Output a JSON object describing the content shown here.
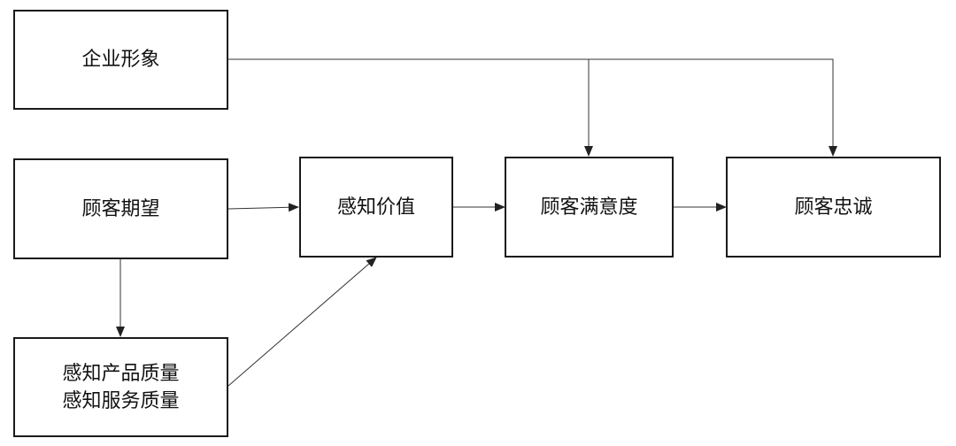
{
  "diagram": {
    "nodes": {
      "corporate_image": "企业形象",
      "customer_expectation": "顾客期望",
      "perceived_quality": [
        "感知产品质量",
        "感知服务质量"
      ],
      "perceived_value": "感知价值",
      "customer_satisfaction": "顾客满意度",
      "customer_loyalty": "顾客忠诚"
    },
    "edges": [
      {
        "from": "corporate_image",
        "to": "customer_satisfaction"
      },
      {
        "from": "corporate_image",
        "to": "customer_loyalty"
      },
      {
        "from": "customer_expectation",
        "to": "perceived_value"
      },
      {
        "from": "customer_expectation",
        "to": "perceived_quality"
      },
      {
        "from": "perceived_quality",
        "to": "perceived_value"
      },
      {
        "from": "perceived_value",
        "to": "customer_satisfaction"
      },
      {
        "from": "customer_satisfaction",
        "to": "customer_loyalty"
      }
    ],
    "colors": {
      "line": "#333333",
      "border": "#1a1a1a",
      "text": "#111111",
      "background": "#ffffff"
    }
  }
}
